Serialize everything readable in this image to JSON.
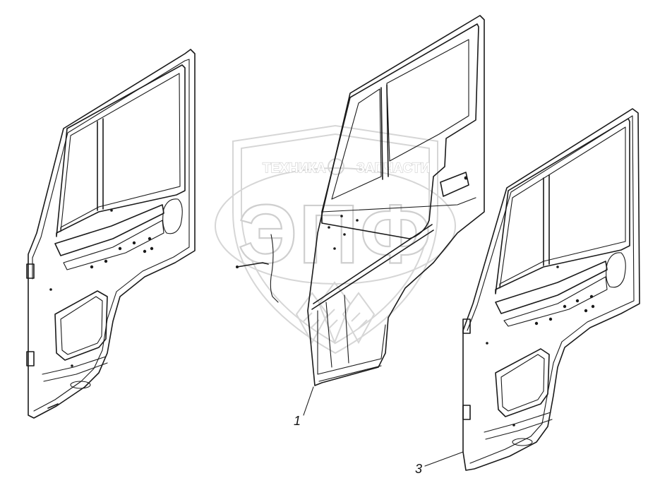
{
  "watermark": {
    "brand_top": "ТЕХНИКА",
    "brand_top_right": "ЗАПЧАСТИ",
    "monogram": "ЭПФ"
  },
  "callouts": [
    {
      "id": "1",
      "label": "1"
    },
    {
      "id": "3",
      "label": "3"
    }
  ],
  "parts": [
    {
      "name": "door-left-view"
    },
    {
      "name": "door-outer-panel"
    },
    {
      "name": "door-right-view"
    }
  ]
}
